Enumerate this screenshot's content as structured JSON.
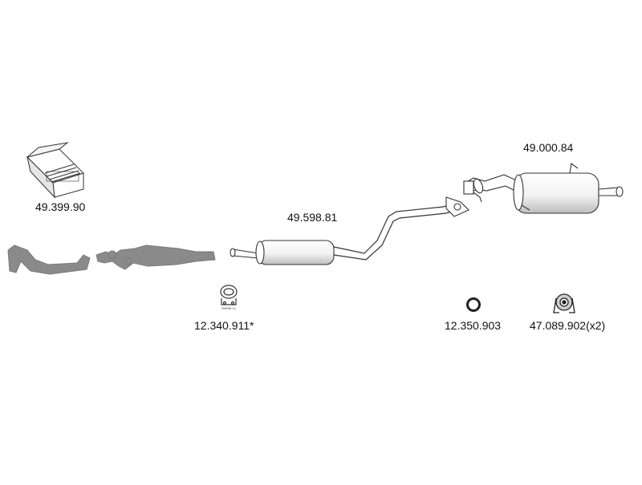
{
  "diagram": {
    "parts": [
      {
        "id": "mounting-kit",
        "part_number": "49.399.90"
      },
      {
        "id": "center-silencer",
        "part_number": "49.598.81"
      },
      {
        "id": "rear-silencer",
        "part_number": "49.000.84"
      },
      {
        "id": "clamp",
        "part_number": "12.340.911*"
      },
      {
        "id": "gasket-ring",
        "part_number": "12.350.903"
      },
      {
        "id": "rubber-hanger",
        "part_number": "47.089.902(x2)"
      }
    ],
    "clamp_small_text": "SHOW 1x",
    "colors": {
      "outline": "#333333",
      "fill": "#ffffff",
      "not_supplied": "#8a8a8a",
      "shading": "#cfcfcf"
    }
  }
}
